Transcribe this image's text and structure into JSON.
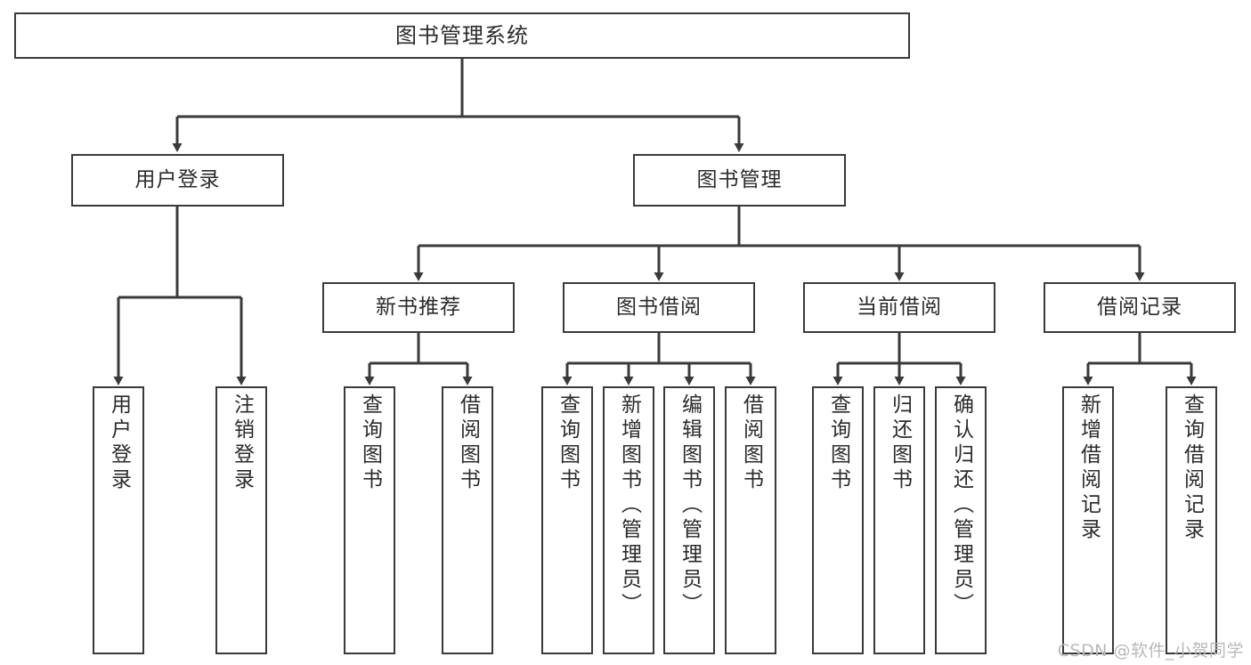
{
  "diagram": {
    "title": "图书管理系统",
    "type": "tree",
    "watermark": "CSDN @软件_小贺同学",
    "colors": {
      "background": "#ffffff",
      "node_border": "#3a3a3a",
      "node_fill": "#ffffff",
      "connector": "#3a3a3a",
      "text": "#2b2b2b",
      "watermark": "#b9b9b9"
    },
    "nodes": {
      "root": {
        "label": "图书管理系统"
      },
      "level2": [
        {
          "id": "user-login",
          "label": "用户登录"
        },
        {
          "id": "book-manage",
          "label": "图书管理"
        }
      ],
      "level3": [
        {
          "id": "new-book-recommend",
          "label": "新书推荐"
        },
        {
          "id": "book-borrow",
          "label": "图书借阅"
        },
        {
          "id": "current-borrow",
          "label": "当前借阅"
        },
        {
          "id": "borrow-record",
          "label": "借阅记录"
        }
      ],
      "leaves": {
        "user_login": [
          {
            "id": "leaf-user-login",
            "label": "用户登录"
          },
          {
            "id": "leaf-logout-login",
            "label": "注销登录"
          }
        ],
        "new_book_recommend": [
          {
            "id": "leaf-query-book-1",
            "label": "查询图书"
          },
          {
            "id": "leaf-borrow-book-1",
            "label": "借阅图书"
          }
        ],
        "book_borrow": [
          {
            "id": "leaf-query-book-2",
            "label": "查询图书"
          },
          {
            "id": "leaf-add-book",
            "label": "新增图书（管理员）"
          },
          {
            "id": "leaf-edit-book",
            "label": "编辑图书（管理员）"
          },
          {
            "id": "leaf-borrow-book-2",
            "label": "借阅图书"
          }
        ],
        "current_borrow": [
          {
            "id": "leaf-query-book-3",
            "label": "查询图书"
          },
          {
            "id": "leaf-return-book",
            "label": "归还图书"
          },
          {
            "id": "leaf-confirm-return",
            "label": "确认归还（管理员）"
          }
        ],
        "borrow_record": [
          {
            "id": "leaf-add-record",
            "label": "新增借阅记录"
          },
          {
            "id": "leaf-query-record",
            "label": "查询借阅记录"
          }
        ]
      }
    }
  }
}
